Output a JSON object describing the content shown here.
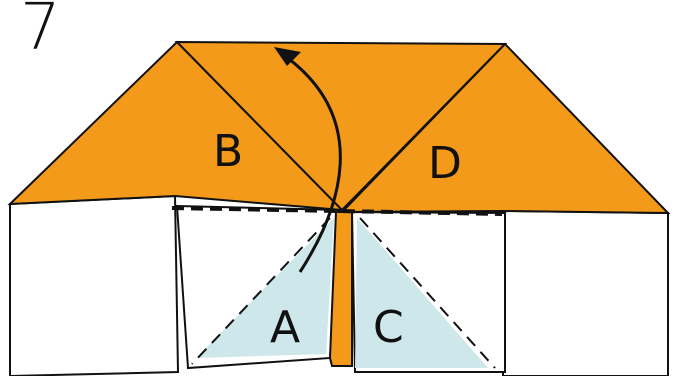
{
  "step": {
    "number": "7"
  },
  "labels": {
    "a": "A",
    "b": "B",
    "c": "C",
    "d": "D"
  },
  "colors": {
    "orange": "#F39A1A",
    "light_blue": "#CDE7EA",
    "outline": "#111111",
    "paper": "#FFFFFF"
  }
}
